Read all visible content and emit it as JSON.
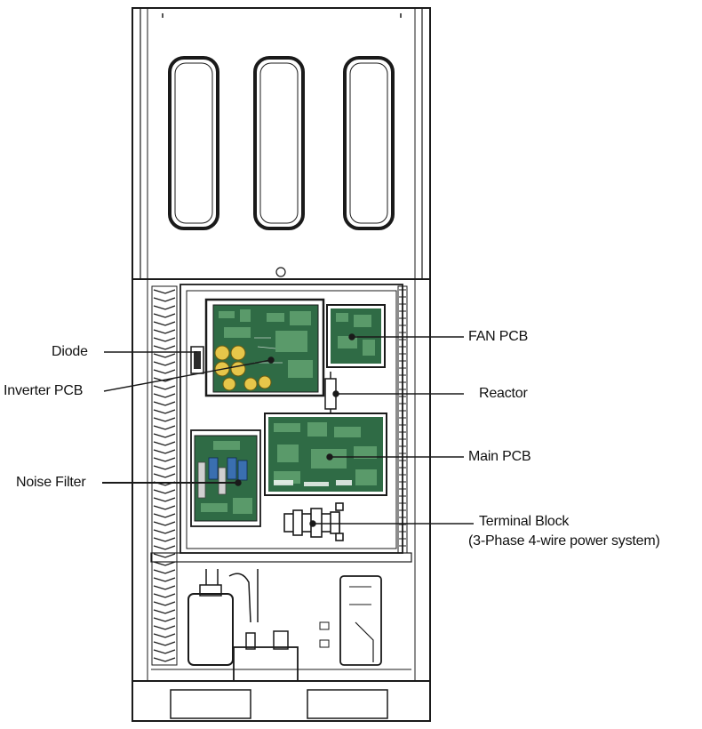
{
  "labels": {
    "diode": "Diode",
    "inverter_pcb": "Inverter PCB",
    "noise_filter": "Noise Filter",
    "fan_pcb": "FAN PCB",
    "reactor": "Reactor",
    "main_pcb": "Main PCB",
    "terminal_block": "Terminal Block",
    "terminal_block_note": "(3-Phase 4-wire power system)"
  },
  "colors": {
    "line": "#1a1a1a",
    "pcb_green": "#2f6b45",
    "pcb_green_light": "#5a9a6a",
    "capacitor": "#e6c64a",
    "relay_blue": "#3a6fb0"
  }
}
